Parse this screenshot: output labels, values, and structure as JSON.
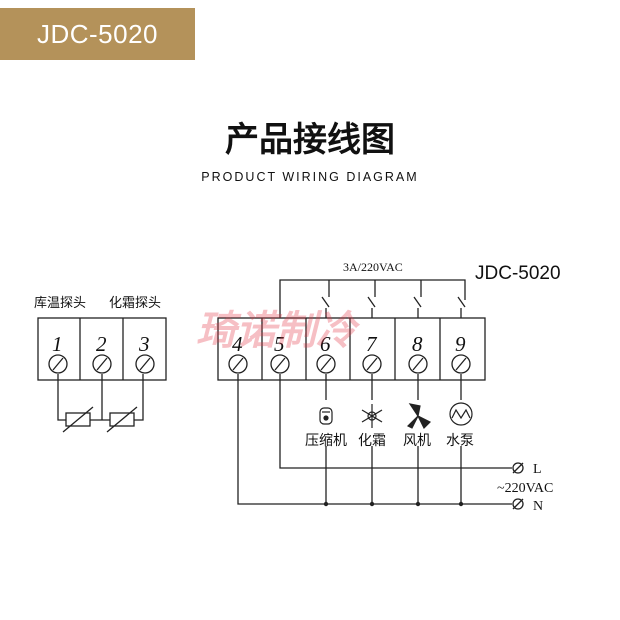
{
  "header": {
    "badge": "JDC-5020",
    "title": "产品接线图",
    "subtitle": "PRODUCT WIRING DIAGRAM"
  },
  "diagram": {
    "model": "JDC-5020",
    "relay_rating": "3A/220VAC",
    "watermark": "琦诺制冷",
    "sensor_labels": [
      "库温探头",
      "化霜探头"
    ],
    "left_terminals": [
      "1",
      "2",
      "3"
    ],
    "right_terminals": [
      "4",
      "5",
      "6",
      "7",
      "8",
      "9"
    ],
    "loads": [
      {
        "label": "压缩机",
        "icon": "compressor-icon"
      },
      {
        "label": "化霜",
        "icon": "snowflake-icon"
      },
      {
        "label": "风机",
        "icon": "fan-icon"
      },
      {
        "label": "水泵",
        "icon": "pump-icon"
      }
    ],
    "power": {
      "l": "L",
      "voltage": "~220VAC",
      "n": "N"
    }
  },
  "colors": {
    "badge_bg": "#b4925a",
    "line": "#222222",
    "watermark": "#e43a4a"
  }
}
